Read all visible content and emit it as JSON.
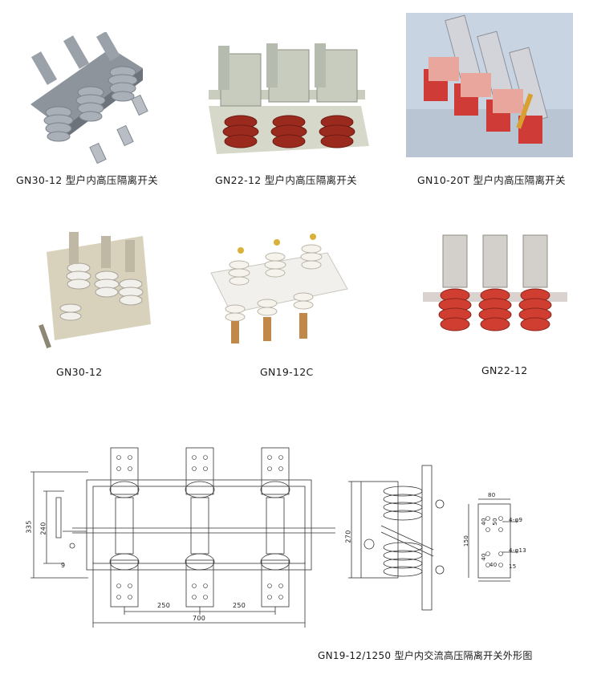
{
  "products": [
    {
      "caption": "GN30-12 型户内高压隔离开关"
    },
    {
      "caption": "GN22-12 型户内高压隔离开关"
    },
    {
      "caption": "GN10-20T 型户内高压隔离开关"
    },
    {
      "caption": "GN30-12"
    },
    {
      "caption": "GN19-12C"
    },
    {
      "caption": "GN22-12"
    }
  ],
  "drawing": {
    "caption": "GN19-12/1250 型户内交流高压隔离开关外形图",
    "dims": {
      "d335": "335",
      "d240": "240",
      "d9": "9",
      "d250a": "250",
      "d250b": "250",
      "d700": "700",
      "d270": "270",
      "d80": "80",
      "d40a": "40",
      "d50": "50",
      "d150": "150",
      "d40b": "40",
      "d40c": "40",
      "phi9": "4-φ9",
      "phi13": "4-φ13",
      "d15": "15"
    }
  }
}
